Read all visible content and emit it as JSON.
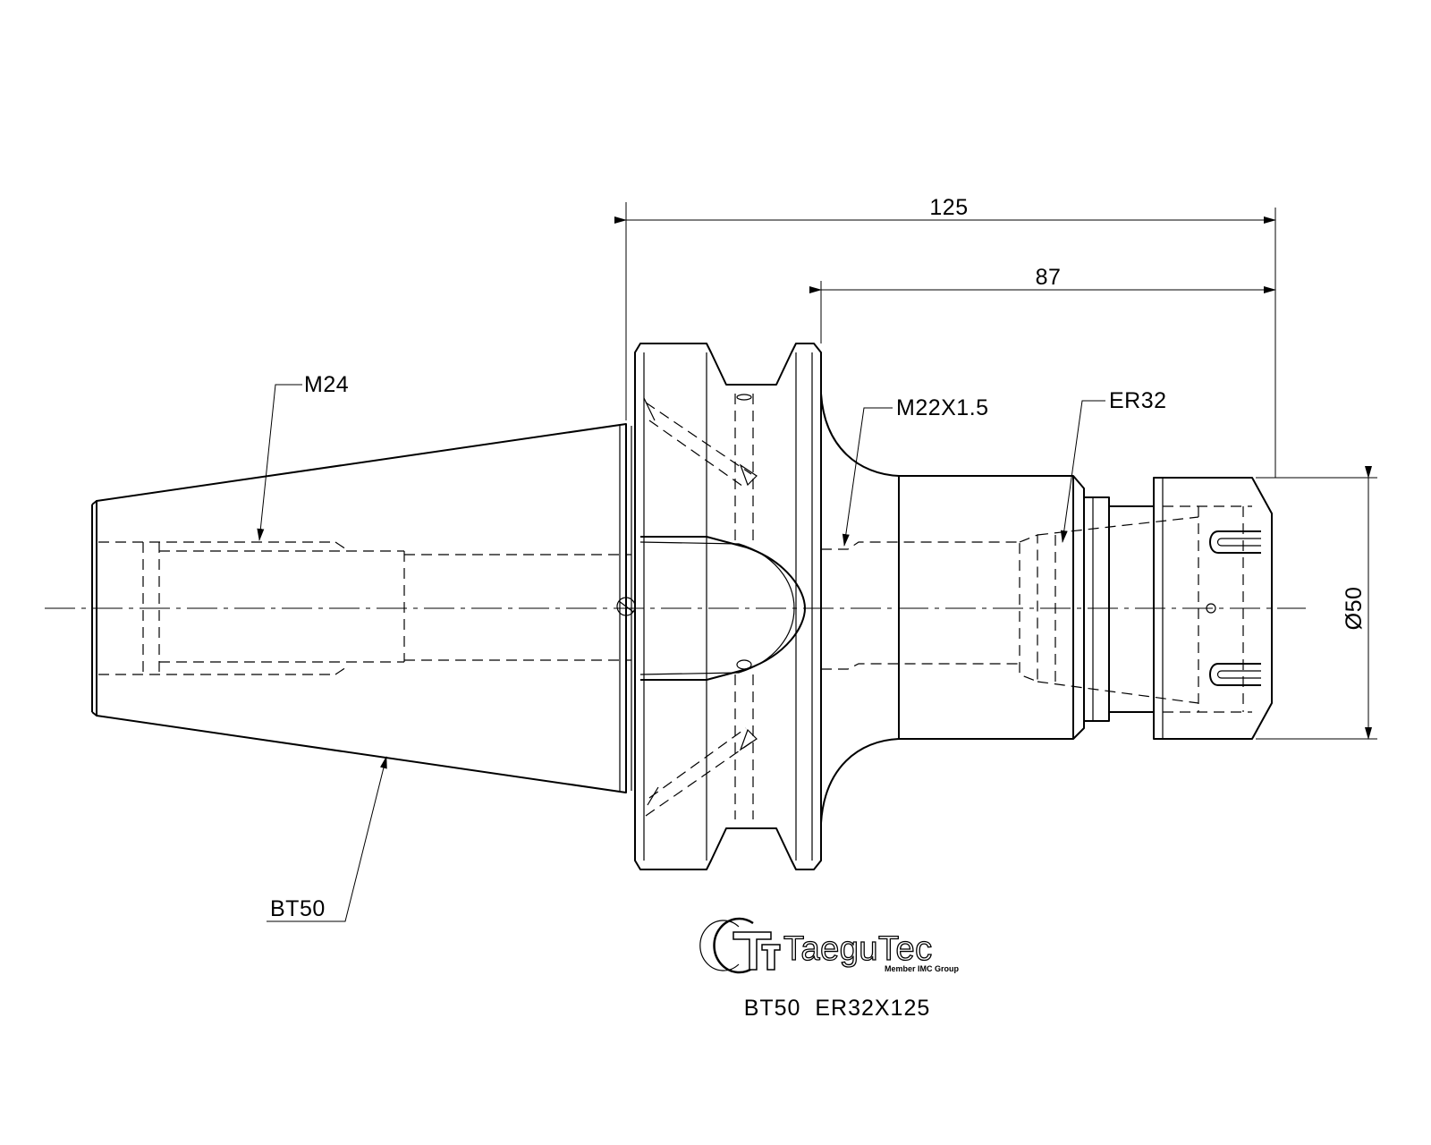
{
  "callouts": {
    "taper_thread": "M24",
    "taper_type": "BT50",
    "inner_thread": "M22X1.5",
    "collet": "ER32"
  },
  "dimensions": {
    "overall_length": "125",
    "gauge_length": "87",
    "nut_diameter": "Ø50"
  },
  "logo": {
    "brand": "TaeguTec",
    "tagline": "Member IMC Group"
  },
  "model_code": "BT50  ER32X125"
}
